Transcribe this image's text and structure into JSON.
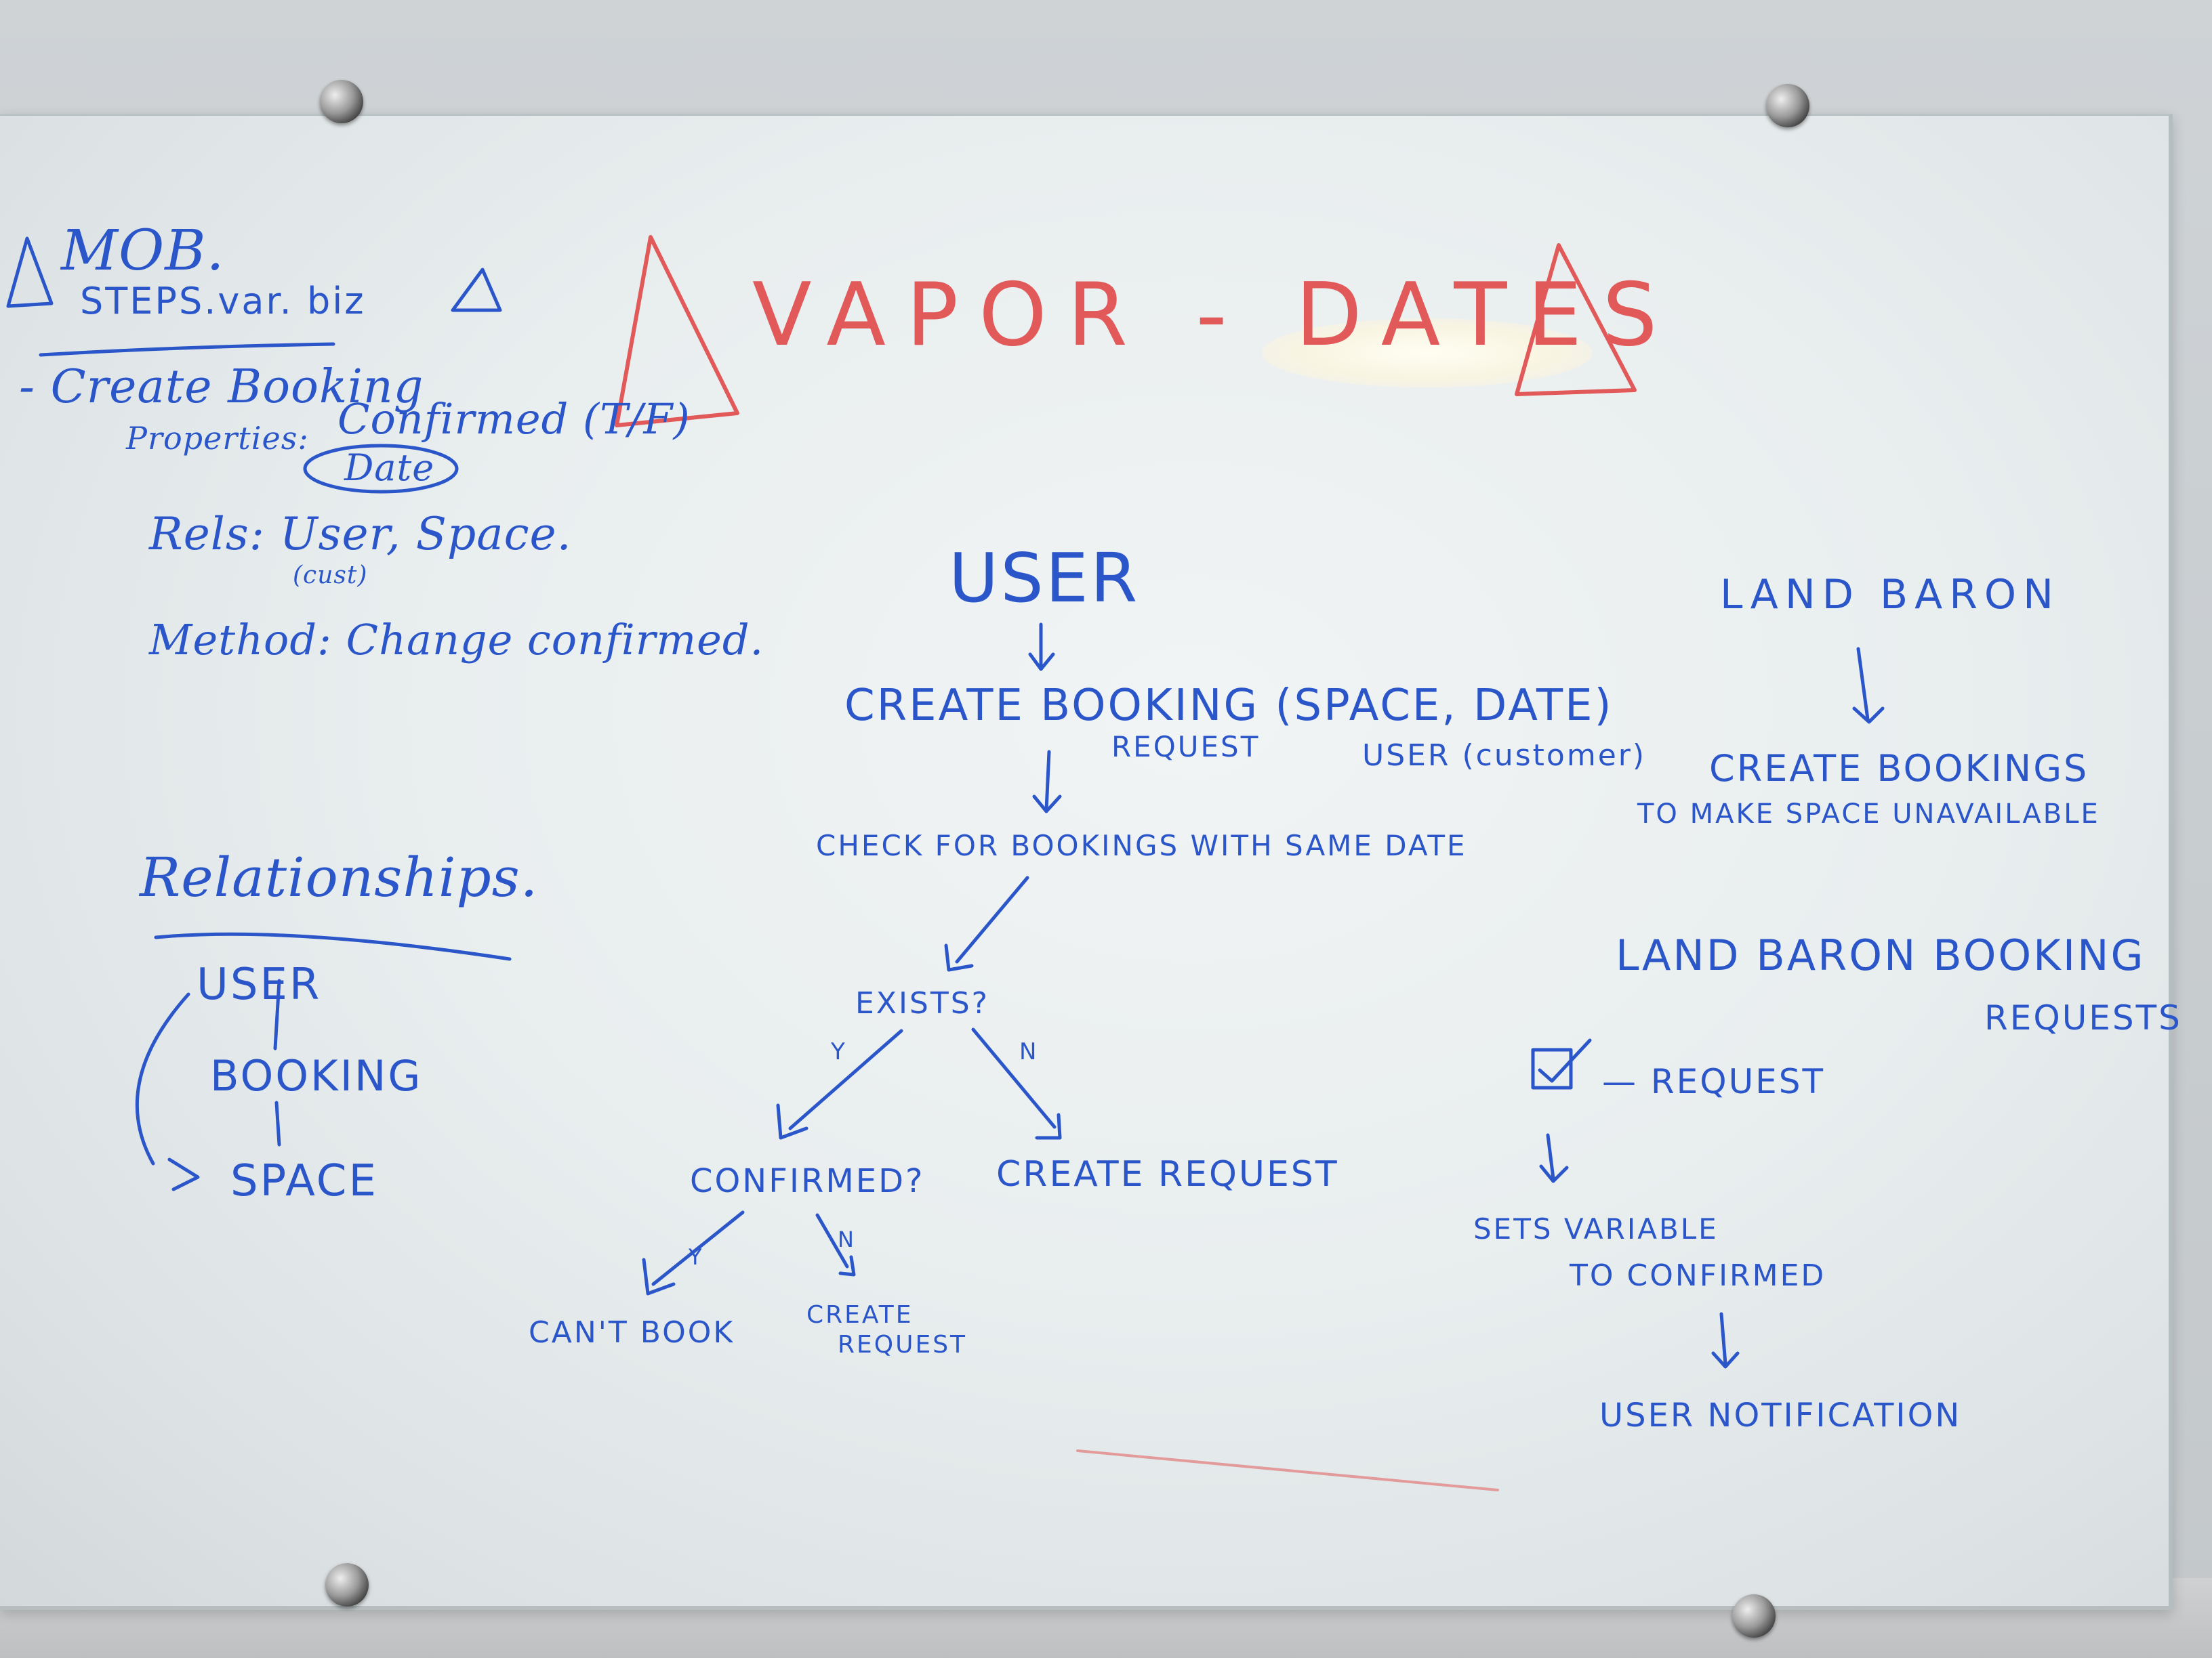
{
  "board": {
    "title": "VAPOR - DATES",
    "notes": {
      "heading_1": "MOB.",
      "heading_2": "STEPS.var. biz",
      "item_create": "- Create Booking",
      "properties_label": "Properties:",
      "properties_value": "Confirmed (T/F)",
      "date_value": "Date",
      "rels": "Rels: User, Space.",
      "rels_sub": "(cust)",
      "method": "Method: Change confirmed."
    },
    "relationships": {
      "title": "Relationships.",
      "user": "USER",
      "booking": "BOOKING",
      "space": "SPACE"
    },
    "flow": {
      "user": "USER",
      "create": "CREATE BOOKING (SPACE, DATE)",
      "request": "REQUEST",
      "customer": "USER (customer)",
      "check": "CHECK FOR BOOKINGS WITH SAME DATE",
      "exists": "EXISTS?",
      "yes_1": "Y",
      "no_1": "N",
      "confirmed": "CONFIRMED?",
      "create_request_1": "CREATE REQUEST",
      "yes_2": "Y",
      "no_2": "N",
      "cant_book": "CAN'T BOOK",
      "create_2": "CREATE",
      "request_2": "REQUEST"
    },
    "land_baron": {
      "title": "LAND BARON",
      "create_bookings": "CREATE BOOKINGS",
      "unavailable": "TO MAKE SPACE UNAVAILABLE",
      "booking_title": "LAND BARON BOOKING",
      "requests": "REQUESTS",
      "request": "— REQUEST",
      "sets_variable": "SETS VARIABLE",
      "to_confirmed": "TO CONFIRMED",
      "notification": "USER NOTIFICATION"
    },
    "colors": {
      "marker_blue": "#2a56c9",
      "marker_red": "#e2595a"
    }
  }
}
